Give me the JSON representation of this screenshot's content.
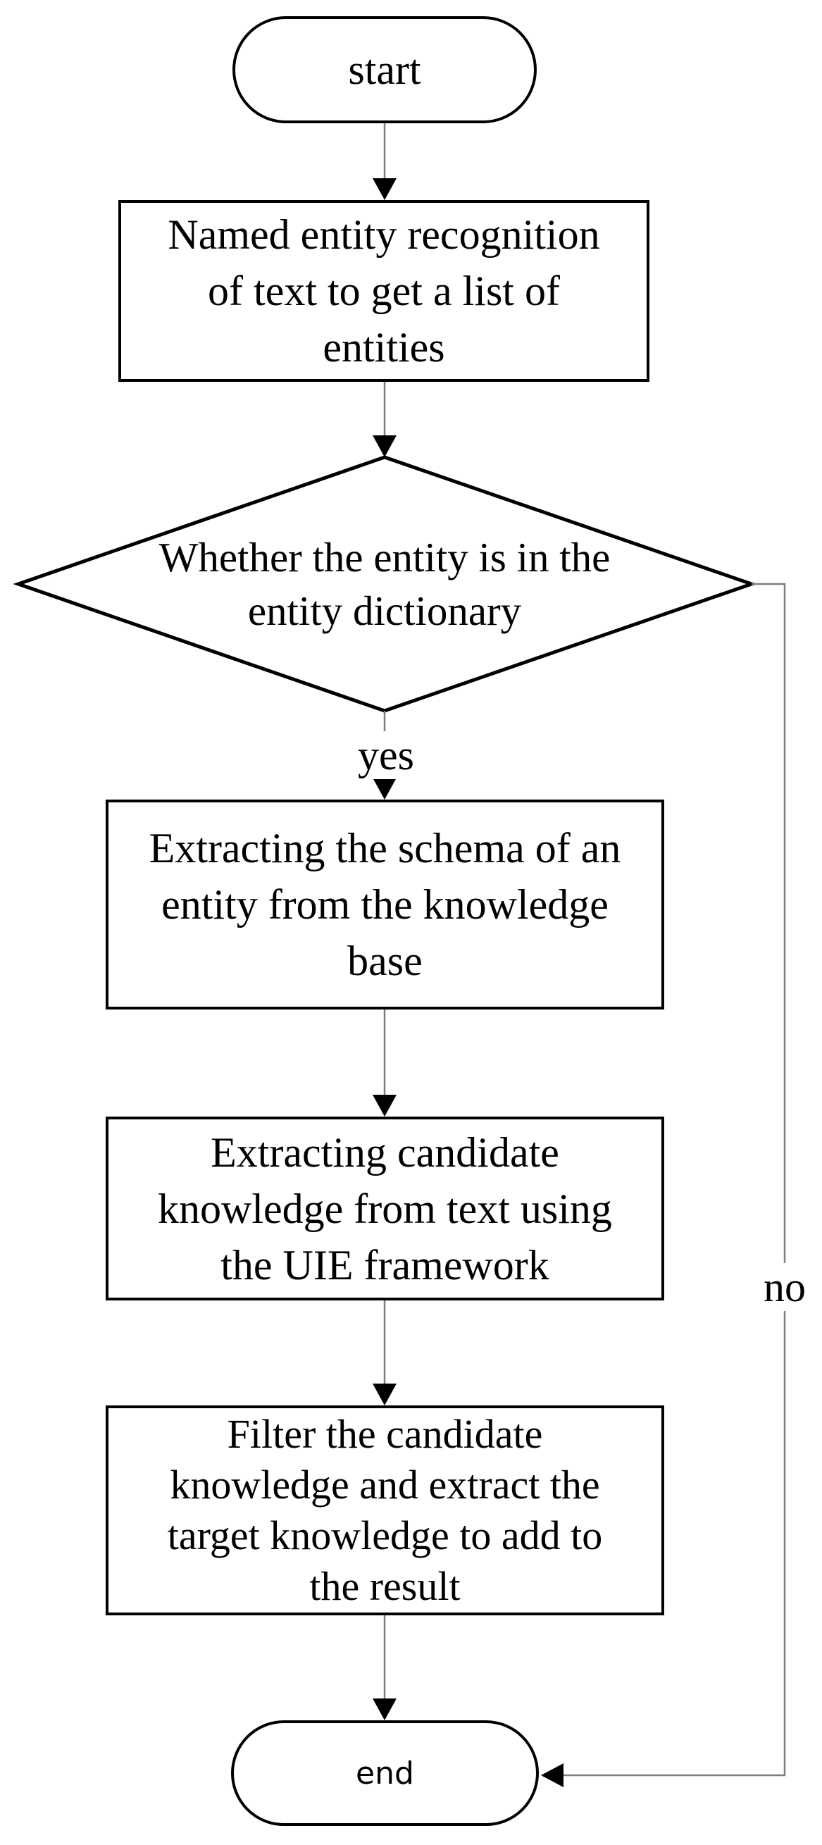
{
  "figure": {
    "background": "#ffffff",
    "shape_stroke": "#000000",
    "connector_color": "#7d7d7d",
    "arrowhead_color": "#000000",
    "nodes": {
      "start": {
        "type": "terminator",
        "label": "start"
      },
      "ner": {
        "type": "process",
        "label": [
          "Named entity recognition",
          "of text to get a list of",
          "entities"
        ]
      },
      "decision": {
        "type": "decision",
        "label": [
          "Whether the entity is in the",
          "entity dictionary"
        ]
      },
      "schema": {
        "type": "process",
        "label": [
          "Extracting the schema of an",
          "entity from the knowledge",
          "base"
        ]
      },
      "uie": {
        "type": "process",
        "label": [
          "Extracting candidate",
          "knowledge from text using",
          "the UIE framework"
        ]
      },
      "filter": {
        "type": "process",
        "label": [
          "Filter the candidate",
          "knowledge and extract the",
          "target knowledge to add to",
          "the result"
        ]
      },
      "end": {
        "type": "terminator",
        "label": "end"
      }
    },
    "edge_labels": {
      "yes": "yes",
      "no": "no"
    }
  }
}
